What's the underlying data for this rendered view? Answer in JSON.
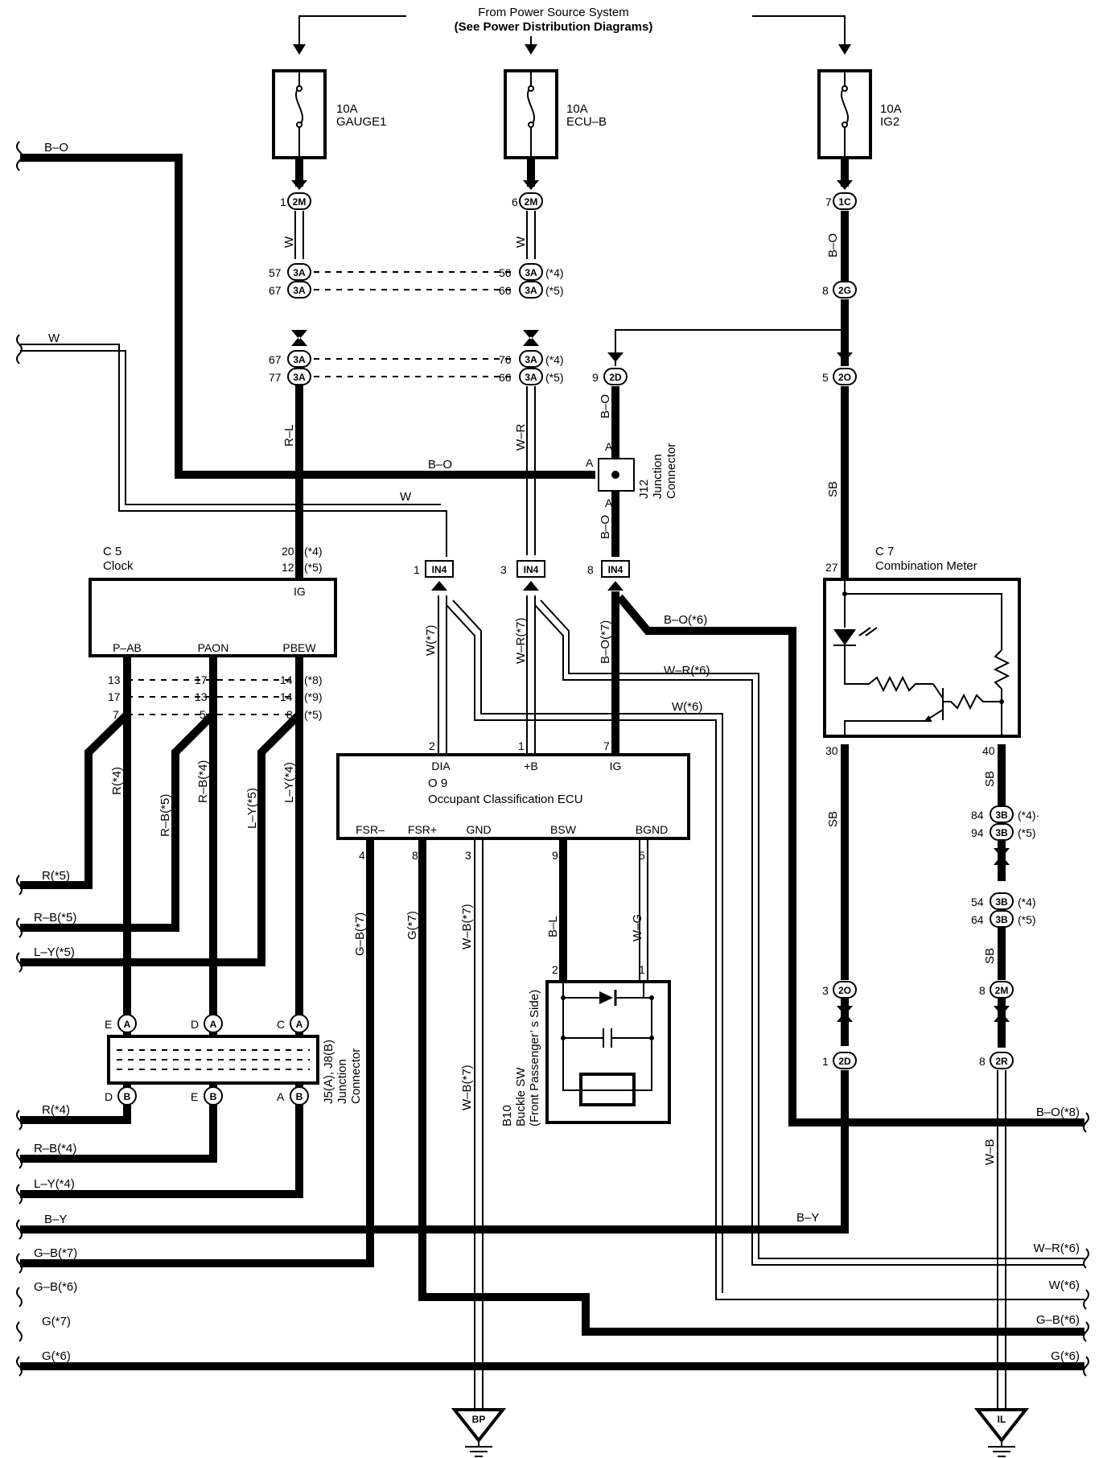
{
  "header": {
    "line1": "From Power Source System",
    "line2": "(See Power Distribution Diagrams)"
  },
  "fuses": [
    {
      "amps": "10A",
      "name": "GAUGE1"
    },
    {
      "amps": "10A",
      "name": "ECU–B"
    },
    {
      "amps": "10A",
      "name": "IG2"
    }
  ],
  "components": {
    "clock": {
      "id": "C 5",
      "name": "Clock",
      "pin_ig": "IG",
      "pins": [
        "P–AB",
        "PAON",
        "PBEW"
      ]
    },
    "meter": {
      "id": "C 7",
      "name": "Combination Meter"
    },
    "ecu": {
      "id": "O 9",
      "name": "Occupant Classification ECU",
      "top_pins": [
        "DIA",
        "+B",
        "IG"
      ],
      "bottom_pins": [
        "FSR–",
        "FSR+",
        "GND",
        "BSW",
        "BGND"
      ]
    },
    "buckle": {
      "id": "B10",
      "line1": "Buckle SW",
      "line2": "(Front Passenger’ s Side)"
    },
    "j12": {
      "id": "J12",
      "line1": "Junction",
      "line2": "Connector"
    },
    "j5": {
      "id": "J5(A), J8(B)",
      "line1": "Junction",
      "line2": "Connector"
    }
  },
  "connectors": {
    "c_2m": "2M",
    "c_1c": "1C",
    "c_3a": "3A",
    "c_2g": "2G",
    "c_2d": "2D",
    "c_2o": "2O",
    "c_in4": "IN4",
    "c_3b": "3B",
    "c_2r": "2R",
    "c_a": "A",
    "c_b": "B",
    "g_bp": "BP",
    "g_il": "IL"
  },
  "pins": {
    "p1": "1",
    "p2": "2",
    "p3": "3",
    "p4": "4",
    "p5": "5",
    "p6": "6",
    "p7": "7",
    "p8": "8",
    "p9": "9",
    "p12": "12",
    "p13": "13",
    "p14": "14",
    "p17": "17",
    "p20": "20",
    "p27": "27",
    "p30": "30",
    "p40": "40",
    "p54": "54",
    "p56": "56",
    "p57": "57",
    "p64": "64",
    "p66": "66",
    "p67": "67",
    "p76": "76",
    "p77": "77",
    "p84": "84",
    "p94": "94",
    "pD": "D",
    "pE": "E",
    "pC": "C",
    "pA": "A"
  },
  "notes": {
    "n4": "(*4)",
    "n5": "(*5)",
    "n8": "(*8)",
    "n9": "(*9)",
    "n4dot": "(*4)·"
  },
  "wires": {
    "w_bo": "B–O",
    "w_w": "W",
    "w_rl": "R–L",
    "w_wr": "W–R",
    "w_sb": "SB",
    "w_bl": "B–L",
    "w_wg": "W–G",
    "w_wb": "W–B",
    "w_by": "B–Y",
    "w_w7": "W(*7)",
    "w_wr7": "W–R(*7)",
    "w_bo7": "B–O(*7)",
    "w_bo6": "B–O(*6)",
    "w_wr6": "W–R(*6)",
    "w_w6": "W(*6)",
    "w_r4": "R(*4)",
    "w_rb5": "R–B(*5)",
    "w_rb4": "R–B(*4)",
    "w_ly5": "L–Y(*5)",
    "w_ly4": "L–Y(*4)",
    "w_gb7": "G–B(*7)",
    "w_g7": "G(*7)",
    "w_wb7": "W–B(*7)",
    "left_r5": "R(*5)",
    "left_rb5": "R–B(*5)",
    "left_ly5": "L–Y(*5)",
    "left_r4": "R(*4)",
    "left_rb4": "R–B(*4)",
    "left_ly4": "L–Y(*4)",
    "left_by": "B–Y",
    "left_gb7": "G–B(*7)",
    "left_gb6": "G–B(*6)",
    "left_g7": "G(*7)",
    "left_g6": "G(*6)",
    "right_bo8": "B–O(*8)",
    "right_wr6": "W–R(*6)",
    "right_w6": "W(*6)",
    "right_gb6": "G–B(*6)",
    "right_g6": "G(*6)"
  }
}
